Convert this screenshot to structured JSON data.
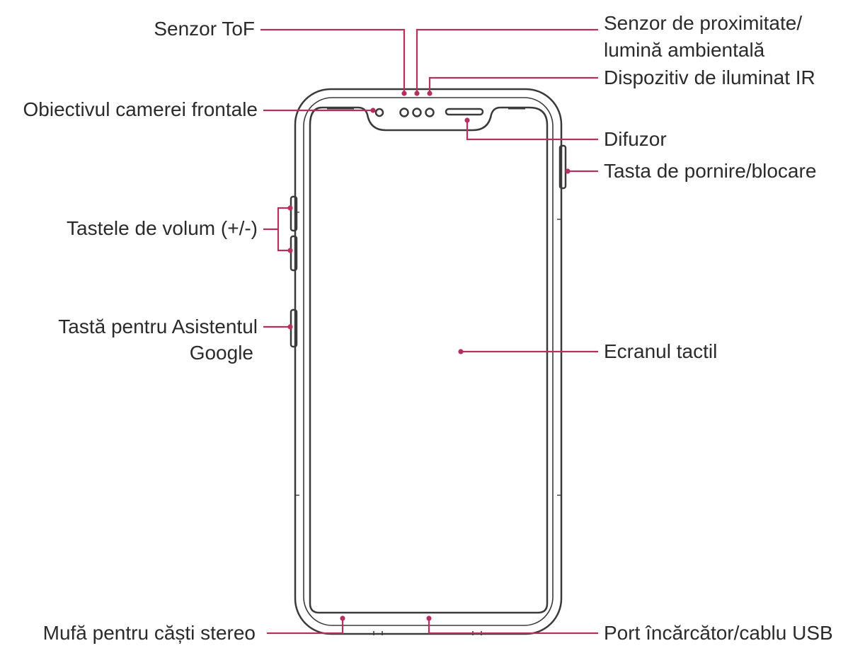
{
  "accent_color": "#b5305f",
  "outline_color": "#3a3a3a",
  "labels": {
    "tof_sensor": "Senzor ToF",
    "proximity_line1": "Senzor de proximitate/",
    "proximity_line2": "lumină ambientală",
    "ir_illuminator": "Dispozitiv de iluminat IR",
    "front_camera": "Obiectivul camerei frontale",
    "speaker": "Difuzor",
    "power_key": "Tasta de pornire/blocare",
    "volume_keys": "Tastele de volum (+/-)",
    "assistant_line1": "Tastă pentru Asistentul",
    "assistant_line2": "Google",
    "touch_screen": "Ecranul tactil",
    "headset_jack": "Mufă pentru căști stereo",
    "usb_port": "Port încărcător/cablu USB"
  }
}
